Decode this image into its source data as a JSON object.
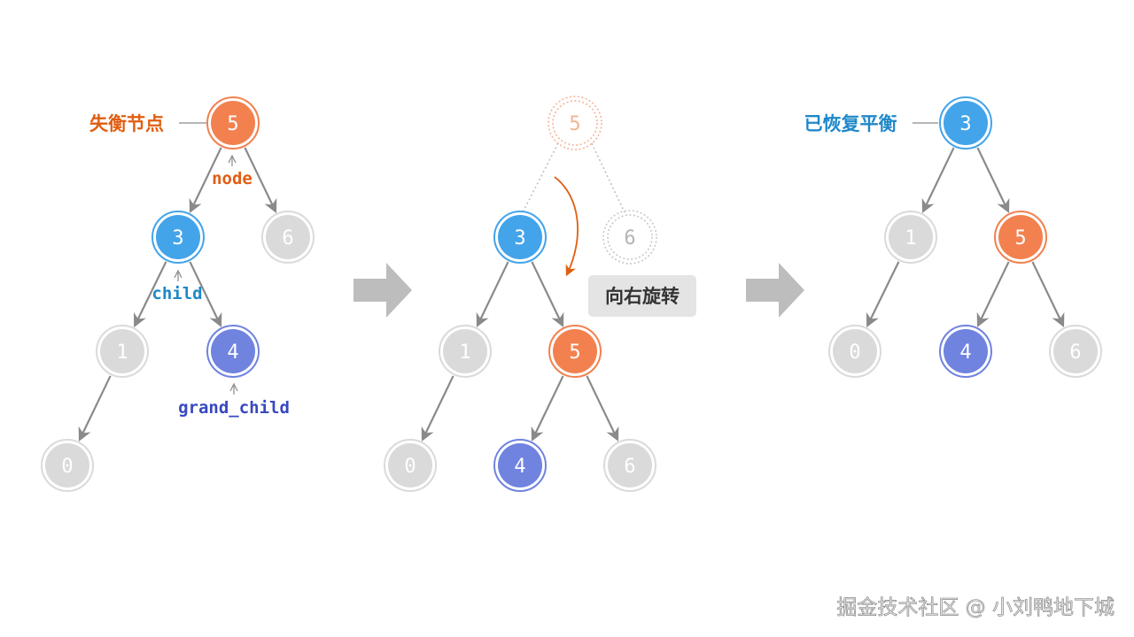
{
  "colors": {
    "orange": "#f2814f",
    "blue": "#43a4ea",
    "purple": "#6f83df",
    "gray": "#dadada",
    "edge": "#8a8a8a",
    "label_orange": "#e05e12",
    "label_blue": "#1f88c9",
    "label_purple": "#3848c0",
    "transition_arrow": "#bdbdbd"
  },
  "stage1": {
    "callout": "失衡节点",
    "node_label": "node",
    "child_label": "child",
    "grand_child_label": "grand_child",
    "nodes": [
      {
        "id": "n5",
        "value": "5",
        "color": "orange"
      },
      {
        "id": "n3",
        "value": "3",
        "color": "blue"
      },
      {
        "id": "n6",
        "value": "6",
        "color": "gray"
      },
      {
        "id": "n1",
        "value": "1",
        "color": "gray"
      },
      {
        "id": "n4",
        "value": "4",
        "color": "purple"
      },
      {
        "id": "n0",
        "value": "0",
        "color": "gray"
      }
    ]
  },
  "stage2": {
    "action": "向右旋转",
    "ghost_nodes": [
      {
        "id": "g5",
        "value": "5"
      },
      {
        "id": "g6",
        "value": "6"
      }
    ],
    "nodes": [
      {
        "id": "n3",
        "value": "3",
        "color": "blue"
      },
      {
        "id": "n1",
        "value": "1",
        "color": "gray"
      },
      {
        "id": "n5",
        "value": "5",
        "color": "orange"
      },
      {
        "id": "n0",
        "value": "0",
        "color": "gray"
      },
      {
        "id": "n4",
        "value": "4",
        "color": "purple"
      },
      {
        "id": "n6",
        "value": "6",
        "color": "gray"
      }
    ]
  },
  "stage3": {
    "callout": "已恢复平衡",
    "nodes": [
      {
        "id": "n3",
        "value": "3",
        "color": "blue"
      },
      {
        "id": "n1",
        "value": "1",
        "color": "gray"
      },
      {
        "id": "n5",
        "value": "5",
        "color": "orange"
      },
      {
        "id": "n0",
        "value": "0",
        "color": "gray"
      },
      {
        "id": "n4",
        "value": "4",
        "color": "purple"
      },
      {
        "id": "n6",
        "value": "6",
        "color": "gray"
      }
    ]
  },
  "watermark": "掘金技术社区 @ 小刘鸭地下城"
}
